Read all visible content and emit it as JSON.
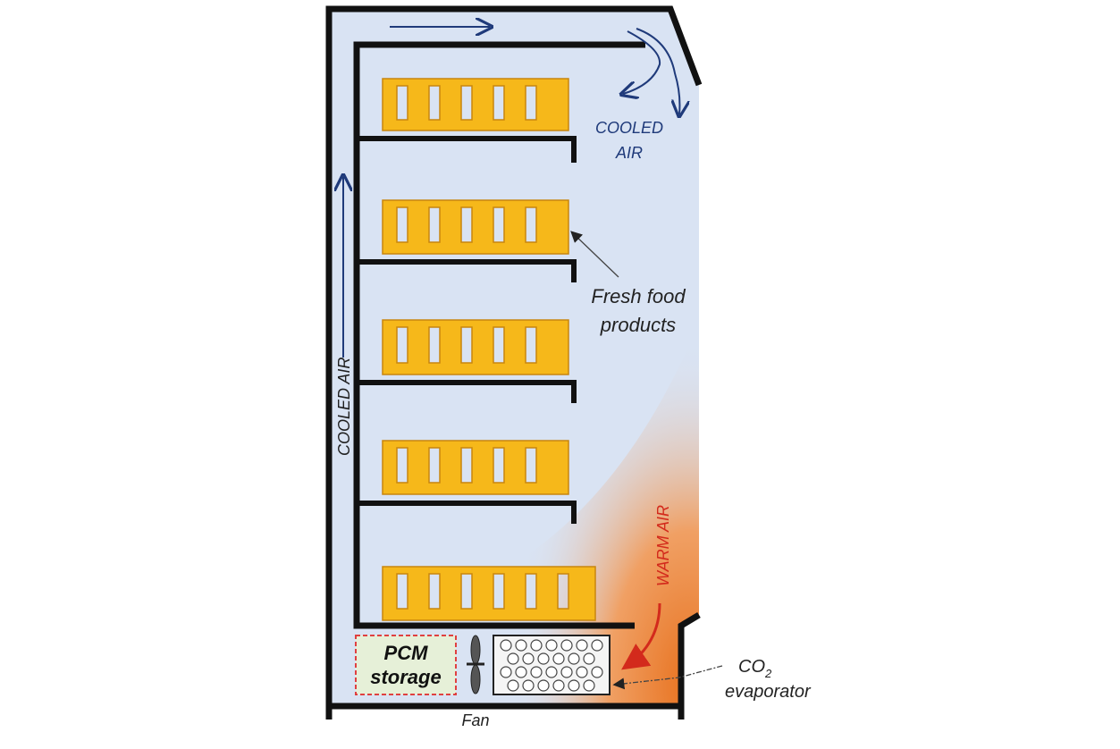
{
  "labels": {
    "cooled_air_right_line1": "COOLED",
    "cooled_air_right_line2": "AIR",
    "cooled_air_vertical": "COOLED AIR",
    "fresh_food_line1": "Fresh food",
    "fresh_food_line2": "products",
    "warm_air": "WARM AIR",
    "pcm_line1": "PCM",
    "pcm_line2": "storage",
    "evaporator_line1": "CO",
    "evaporator_subscript": "2",
    "evaporator_line2": "evaporator",
    "fan": "Fan"
  },
  "colors": {
    "cabinet_fill": "#d9e3f3",
    "warm_gradient": "#e8721f",
    "product_fill": "#f6b81a",
    "product_stroke": "#c8860e",
    "structure": "#111111",
    "cooled_air_text": "#1f3a7a",
    "warm_air_text": "#d32a1c",
    "pcm_fill": "#e6f0d8",
    "pcm_border": "#e04040"
  },
  "icons": [
    "fan-icon",
    "cooled-air-arrow-icon",
    "warm-air-arrow-icon",
    "pointer-arrow-icon"
  ]
}
